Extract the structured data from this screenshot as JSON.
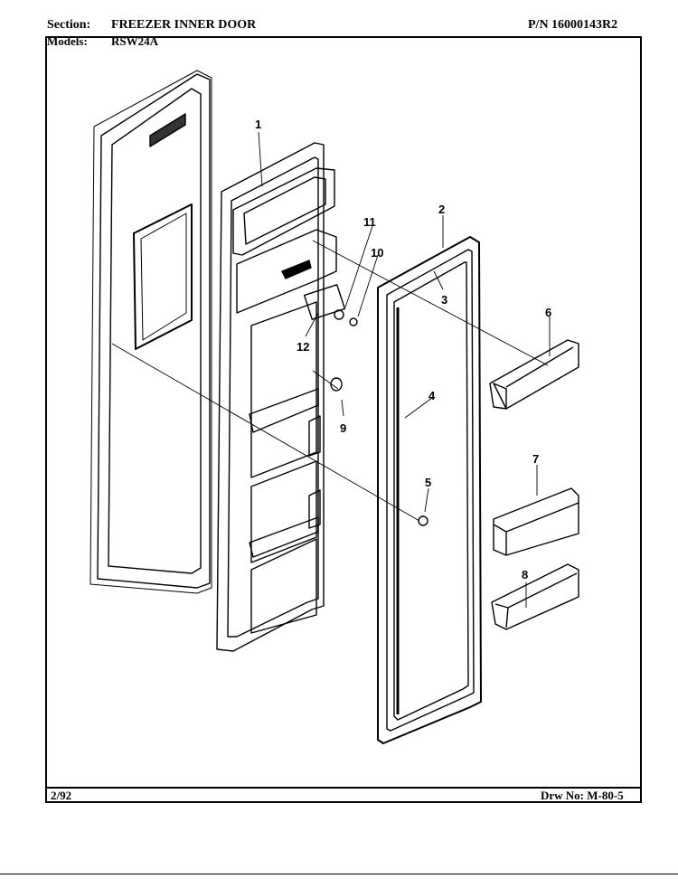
{
  "header": {
    "section_label": "Section:",
    "section_value": "FREEZER INNER DOOR",
    "part_number": "P/N 16000143R2",
    "models_label": "Models:",
    "models_value": "RSW24A"
  },
  "footer": {
    "date": "2/92",
    "drawing_number": "Drw No: M-80-5"
  },
  "callouts": [
    "1",
    "2",
    "3",
    "4",
    "5",
    "6",
    "7",
    "8",
    "9",
    "10",
    "11",
    "12"
  ]
}
